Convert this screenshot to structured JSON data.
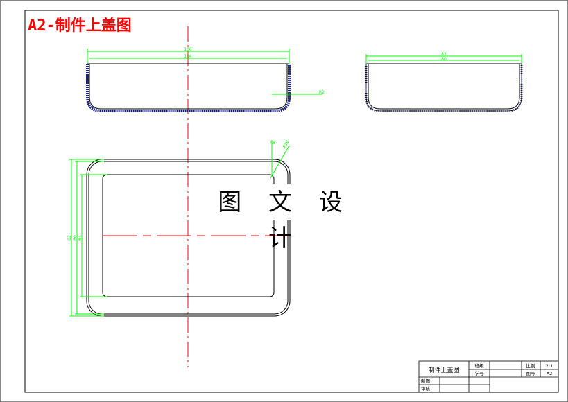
{
  "drawing_title": "A2-制件上盖图",
  "watermark": "图文设计",
  "watermark_spaced": "图 文 设 计",
  "dimensions": {
    "front_outer_width": "106",
    "front_inner_width": "104",
    "front_radius": "R2",
    "side_outer_width": "82",
    "side_inner_width": "80",
    "plan_outer_height": "82",
    "plan_mid_height": "80",
    "plan_inner_height": "64",
    "plan_corner_a": "R8",
    "plan_corner_b": "R10"
  },
  "title_block": {
    "part_name": "制件上盖图",
    "class_label": "班级",
    "student_no_label": "学号",
    "scale_label": "比例",
    "scale_value": "2:1",
    "drawing_no_label": "图号",
    "drawing_no_value": "A2",
    "drawn_by_label": "制图",
    "checked_by_label": "审核"
  },
  "colors": {
    "outline": "#000000",
    "dimension": "#00ff00",
    "centerline": "#ff0000",
    "title": "#ff0000",
    "hatch": "#1a237e"
  }
}
